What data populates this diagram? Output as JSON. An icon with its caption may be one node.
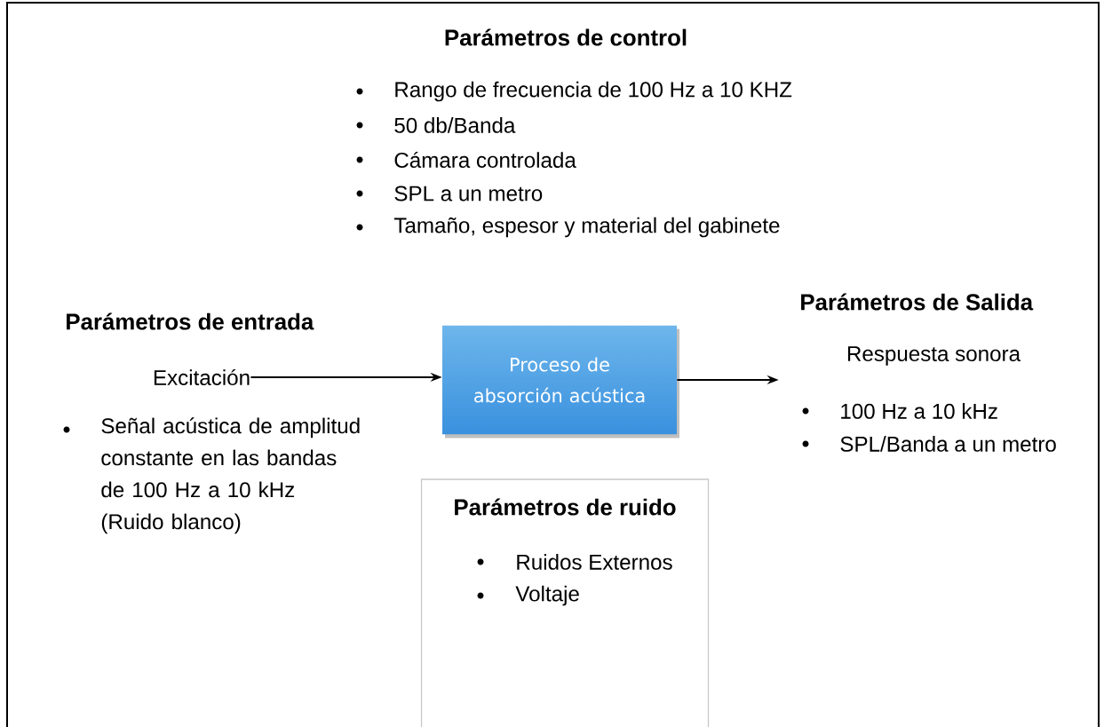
{
  "diagram": {
    "nodes": [
      {
        "text": [
          "Excitación"
        ]
      },
      {
        "text": [
          "Proceso de absorción acústica"
        ]
      },
      {
        "text": [
          "Respuesta sonora"
        ]
      },
      {
        "text": [
          "Parámetros de ruido",
          "Ruidos Externos",
          "Voltaje"
        ]
      }
    ],
    "edges": [
      {
        "from": 0,
        "to": 1,
        "arrow": "to"
      },
      {
        "from": 1,
        "to": 2,
        "arrow": "to"
      }
    ],
    "labels": [
      "Parámetros de control",
      "Rango de frecuencia de 100 Hz a 10 KHZ",
      "50 db/Banda",
      "Cámara controlada",
      "SPL a un metro",
      "Tamaño, espesor y material del gabinete",
      "Parámetros de entrada",
      "Señal acústica de amplitud constante en las bandas de 100 Hz a 10 kHz (Ruido blanco)",
      "Parámetros de Salida",
      "100 Hz a 10 kHz",
      "SPL/Banda a un metro"
    ]
  }
}
